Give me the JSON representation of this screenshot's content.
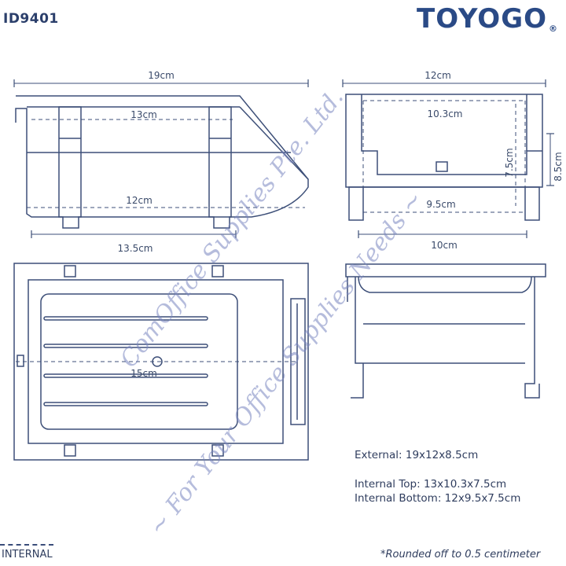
{
  "header": {
    "product_code": "ID9401",
    "brand": "TOYOGO",
    "trademark": "®"
  },
  "dimensions": {
    "side_top_width": "19cm",
    "side_inner_top": "13cm",
    "side_inner_bottom": "12cm",
    "side_bottom_width": "13.5cm",
    "front_top_width": "12cm",
    "front_inner_top": "10.3cm",
    "front_inner_height": "7.5cm",
    "front_height": "8.5cm",
    "front_inner_bottom": "9.5cm",
    "front_bottom_width": "10cm",
    "plan_inner_length": "15cm"
  },
  "specs": {
    "external": "External: 19x12x8.5cm",
    "internal_top": "Internal Top: 13x10.3x7.5cm",
    "internal_bottom": "Internal Bottom: 12x9.5x7.5cm"
  },
  "legend": {
    "label": "INTERNAL"
  },
  "footnote": "*Rounded off to 0.5 centimeter",
  "watermark": {
    "line1": "ComOffice Supplies Pte. Ltd.",
    "line2": "~ For Your Office Supplies Needs ~"
  },
  "colors": {
    "line": "#3d4f78",
    "brand": "#2a4a86",
    "watermark": "#7a86c0"
  }
}
